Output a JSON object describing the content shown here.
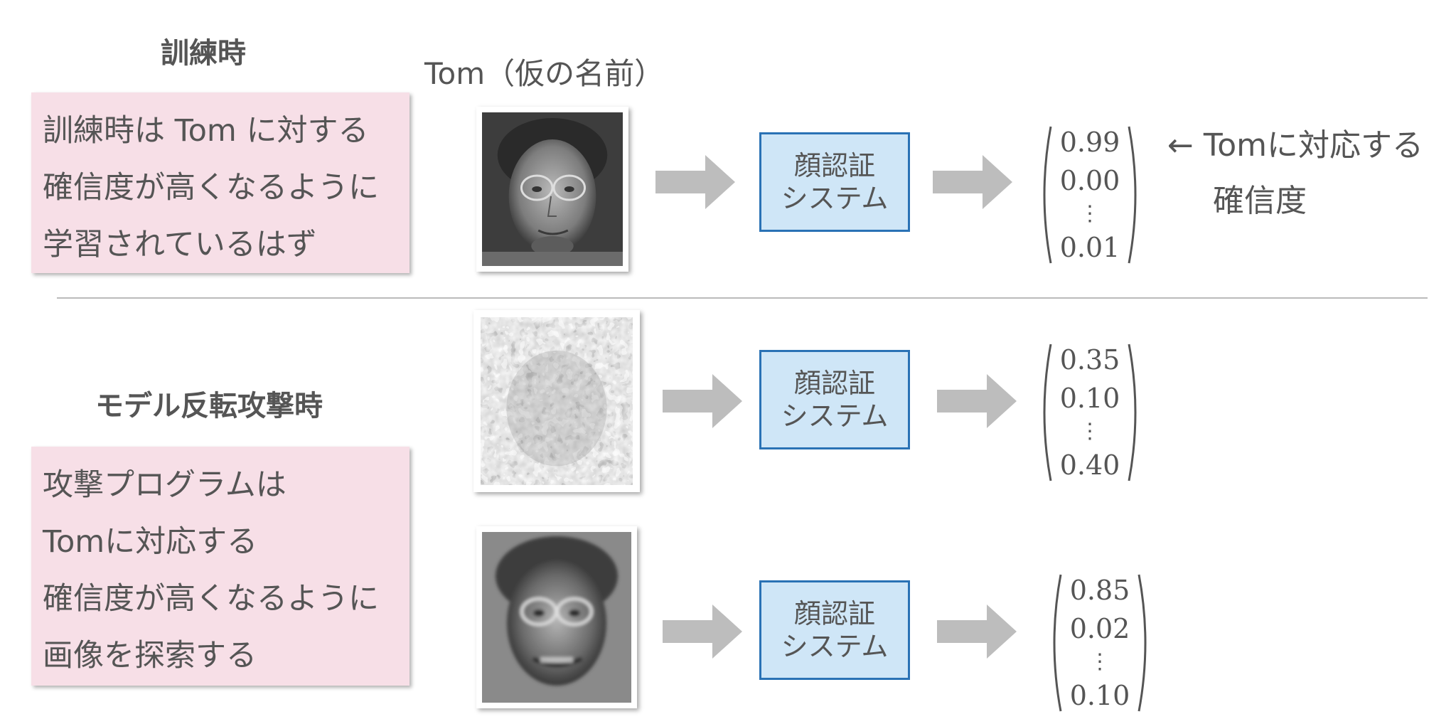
{
  "training": {
    "heading": "訓練時",
    "photo_caption": "Tom（仮の名前）",
    "description_lines": [
      "訓練時は Tom に対する",
      "確信度が高くなるように",
      "学習されているはず"
    ],
    "system_label_line1": "顔認証",
    "system_label_line2": "システム",
    "output": [
      "0.99",
      "0.00",
      "⋮",
      "0.01"
    ],
    "annotation_line1": "← Tomに対応する",
    "annotation_line2": "確信度"
  },
  "attack": {
    "heading": "モデル反転攻撃時",
    "description_lines": [
      "攻撃プログラムは",
      "Tomに対応する",
      "確信度が高くなるように",
      "画像を探索する"
    ],
    "system_label_line1": "顔認証",
    "system_label_line2": "システム",
    "output_initial": [
      "0.35",
      "0.10",
      "⋮",
      "0.40"
    ],
    "output_final": [
      "0.85",
      "0.02",
      "⋮",
      "0.10"
    ]
  },
  "colors": {
    "pink_box": "#f7dfe7",
    "system_fill": "#cfe6f7",
    "system_border": "#2a72b5",
    "arrow": "#bdbdbd",
    "text": "#555555"
  }
}
